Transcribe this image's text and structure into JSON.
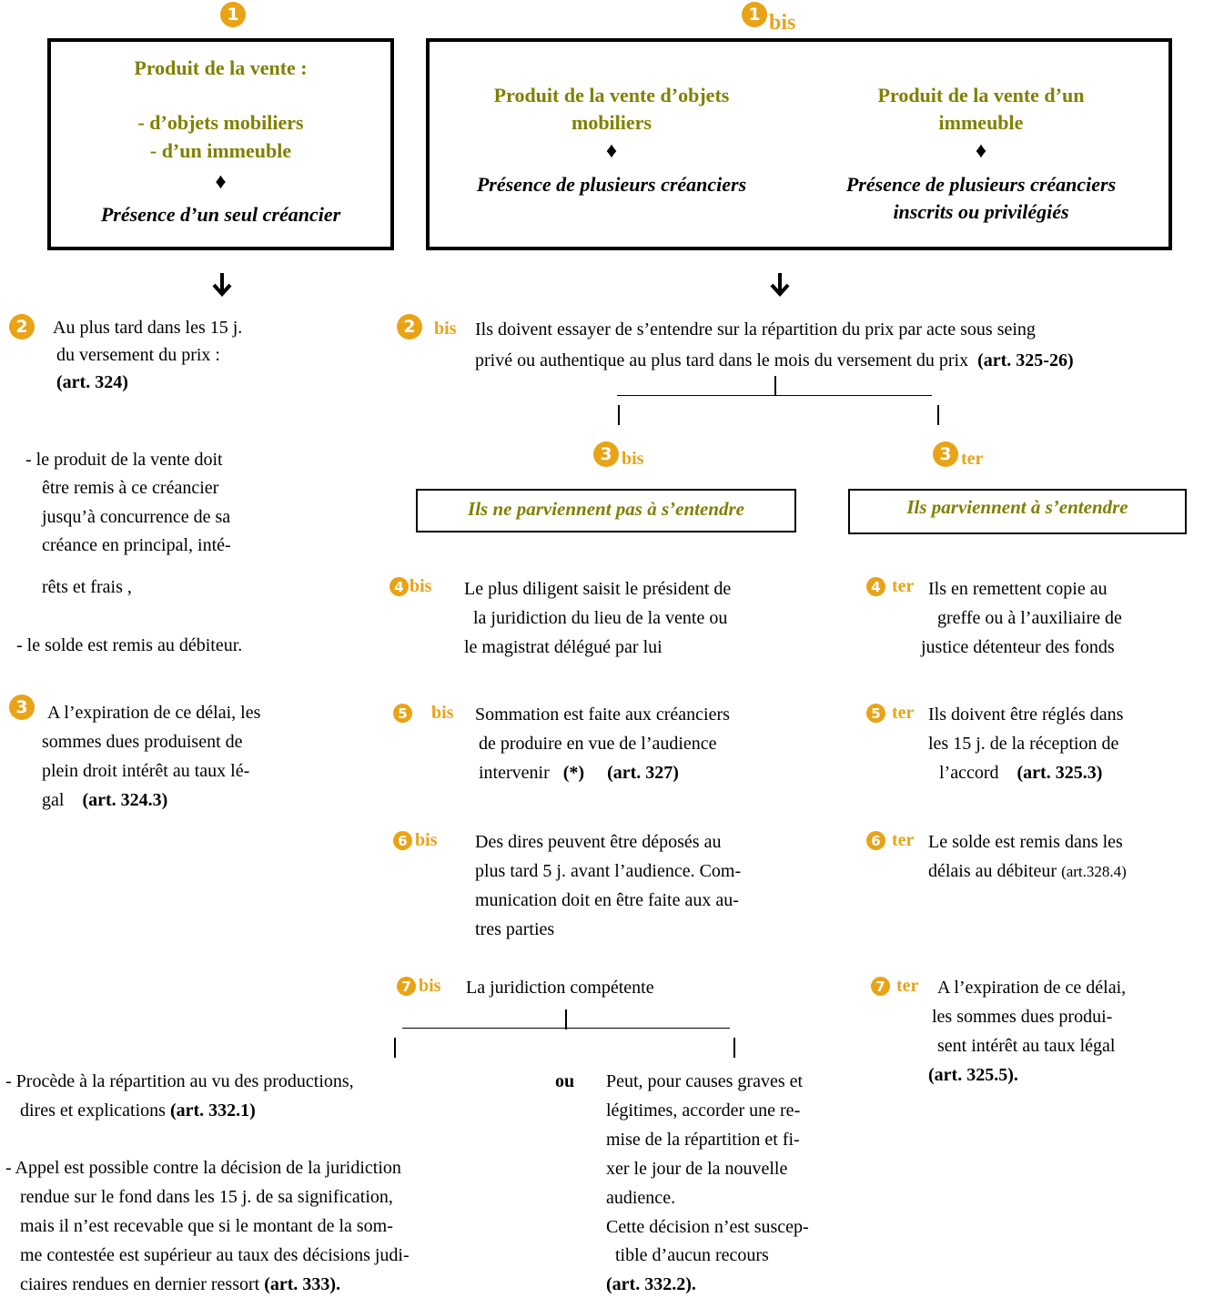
{
  "box1": {
    "marker": "1",
    "title": "Produit de la vente :",
    "items": [
      "- d’objets mobiliers",
      "- d’un immeuble"
    ],
    "diamond": "♦",
    "condition": "Présence d’un seul créancier"
  },
  "box1bis": {
    "marker": "1",
    "suffix": "bis",
    "left_title_1": "Produit de la vente d’objets",
    "left_title_2": "mobiliers",
    "left_condition": "Présence de plusieurs créanciers",
    "right_title_1": "Produit de la vente d’un",
    "right_title_2": "immeuble",
    "right_condition_1": "Présence de plusieurs créanciers",
    "right_condition_2": "inscrits ou privilégiés",
    "diamond": "♦"
  },
  "arrow": "🡣",
  "step2": {
    "marker": "2",
    "line1": "Au plus tard dans les 15 j.",
    "line2": "du versement du prix  :",
    "ref": "(art. 324)",
    "b1_l1": "- le produit de  la vente doit",
    "b1_l2": "être  remis  à ce créancier",
    "b1_l3": "jusqu’à concurrence de sa",
    "b1_l4": "créance en principal, inté-",
    "b1_l5": "rêts et frais ,",
    "b2": "- le solde est remis au débiteur."
  },
  "step3": {
    "marker": "3",
    "line1": "A l’expiration de ce délai, les",
    "line2": "sommes  dues  produisent  de",
    "line3": "plein  droit  intérêt au taux lé-",
    "line4a": "gal",
    "ref": "(art. 324.3)"
  },
  "step2bis": {
    "marker": "2",
    "suffix": "bis",
    "line1": "Ils doivent essayer de  s’entendre sur la répartition du prix par acte sous seing",
    "line2": "privé ou authentique au plus tard dans le mois du versement du prix",
    "ref": "(art. 325-26)"
  },
  "step3bis": {
    "marker": "3",
    "suffix": "bis",
    "box": "Ils ne parviennent pas à s’entendre"
  },
  "step3ter": {
    "marker": "3",
    "suffix": "ter",
    "box": "Ils parviennent à s’entendre"
  },
  "step4bis": {
    "marker": "4",
    "suffix": "bis",
    "l1": "Le plus diligent saisit le président de",
    "l2": "la juridiction du lieu de la vente ou",
    "l3": "le magistrat délégué par lui"
  },
  "step4ter": {
    "marker": "4",
    "suffix": "ter",
    "l1": "Ils  en  remettent copie au",
    "l2": "greffe  ou  à l’auxiliaire de",
    "l3": "justice détenteur des fonds"
  },
  "step5bis": {
    "marker": "5",
    "suffix": "bis",
    "l1": "Sommation est faite aux créanciers",
    "l2": "de  produire  en vue de l’audience",
    "l3": "intervenir",
    "star": "(*)",
    "ref": "(art. 327)"
  },
  "step5ter": {
    "marker": "5",
    "suffix": "ter",
    "l1": "Ils doivent être réglés dans",
    "l2": "les 15 j. de la réception de",
    "l3": "l’accord",
    "ref": "(art. 325.3)"
  },
  "step6bis": {
    "marker": "6",
    "suffix": "bis",
    "l1": "Des dires peuvent être déposés au",
    "l2": "plus  tard 5 j. avant l’audience. Com-",
    "l3": "munication  doit en  être faite aux au-",
    "l4": "tres parties"
  },
  "step6ter": {
    "marker": "6",
    "suffix": "ter",
    "l1": "Le solde est remis dans les",
    "l2": "délais  au débiteur",
    "ref": "(art.328.4)"
  },
  "step7bis": {
    "marker": "7",
    "suffix": "bis",
    "l1": "La juridiction compétente"
  },
  "step7ter": {
    "marker": "7",
    "suffix": "ter",
    "l1": "A l’expiration de ce délai,",
    "l2": "les sommes dues  produi-",
    "l3": "sent  intérêt  au taux légal",
    "ref": "(art. 325.5)."
  },
  "outcomes": {
    "a_l1": "- Procède à la répartition au vu des productions,",
    "a_l2": "dires et explications",
    "a_ref": "(art. 332.1)",
    "ou": "ou",
    "c_l1": "- Appel est possible contre la décision de la juridiction",
    "c_l2": "rendue  sur  le  fond  dans les 15 j. de sa signification,",
    "c_l3": "mais  il n’est  recevable  que si le montant de la som-",
    "c_l4": "me contestée est supérieur au taux des décisions  judi-",
    "c_l5": "ciaires rendues en dernier ressort",
    "c_ref": "(art. 333).",
    "b_l1": "Peut, pour causes graves et",
    "b_l2": "légitimes, accorder  une  re-",
    "b_l3": "mise  de la répartition et fi-",
    "b_l4": "xer  le  jour  de  la nouvelle",
    "b_l5": "audience.",
    "b_l6": "Cette décision n’est suscep-",
    "b_l7": "tible d’aucun recours",
    "b_ref": "(art. 332.2)."
  }
}
